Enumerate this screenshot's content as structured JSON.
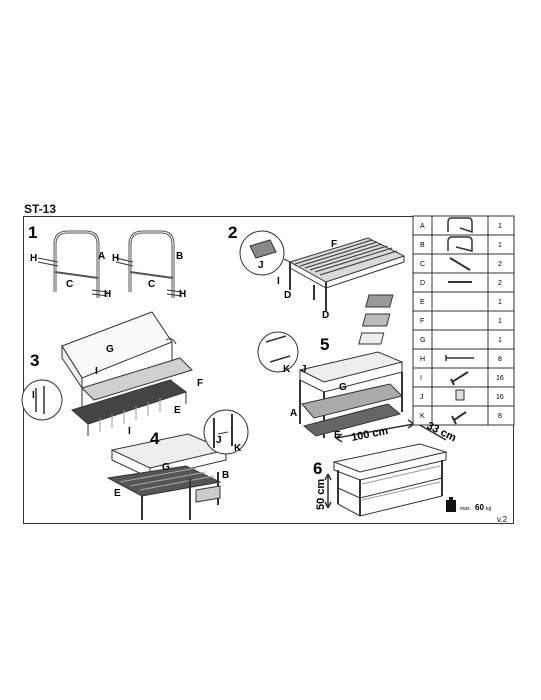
{
  "doc": {
    "model": "ST-13",
    "version": "v.2",
    "steps": [
      "1",
      "2",
      "3",
      "4",
      "5",
      "6"
    ],
    "labels": {
      "s1": [
        "H",
        "A",
        "C",
        "H",
        "H",
        "B",
        "C",
        "H"
      ],
      "s2": [
        "F",
        "J",
        "I",
        "D",
        "D"
      ],
      "s3": [
        "G",
        "I",
        "F",
        "E",
        "I"
      ],
      "s4": [
        "G",
        "B",
        "E",
        "J",
        "K",
        "I"
      ],
      "s5": [
        "G",
        "K",
        "J",
        "A",
        "E"
      ]
    },
    "dimensions": {
      "length": "100 cm",
      "depth": "33 cm",
      "height": "50 cm"
    },
    "load": {
      "prefix": "max.",
      "value": "60",
      "unit": "kg"
    },
    "parts": [
      {
        "id": "A",
        "qty": "1",
        "icon": "frame-a-icon"
      },
      {
        "id": "B",
        "qty": "1",
        "icon": "frame-b-icon"
      },
      {
        "id": "C",
        "qty": "2",
        "icon": "bar-c-icon"
      },
      {
        "id": "D",
        "qty": "2",
        "icon": "bar-d-icon"
      },
      {
        "id": "E",
        "qty": "1",
        "icon": "shelf-e-icon"
      },
      {
        "id": "F",
        "qty": "1",
        "icon": "shelf-f-icon"
      },
      {
        "id": "G",
        "qty": "1",
        "icon": "cushion-g-icon"
      },
      {
        "id": "H",
        "qty": "8",
        "icon": "long-screw-icon"
      },
      {
        "id": "I",
        "qty": "16",
        "icon": "screw-icon"
      },
      {
        "id": "J",
        "qty": "16",
        "icon": "nut-icon"
      },
      {
        "id": "K",
        "qty": "8",
        "icon": "key-icon"
      }
    ]
  }
}
